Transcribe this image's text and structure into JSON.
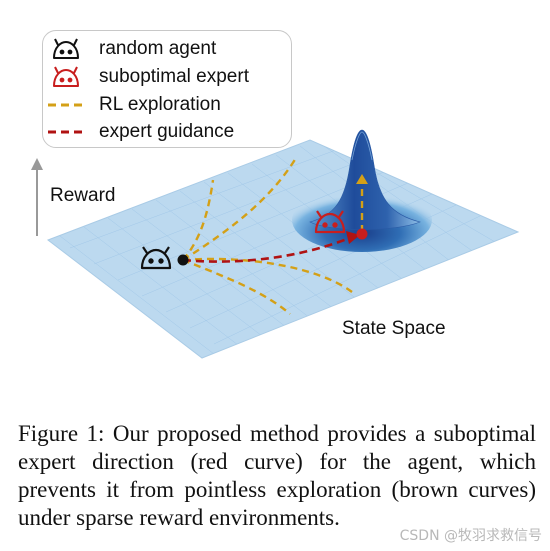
{
  "legend": {
    "items": [
      {
        "label": "random agent",
        "symbol": "robot-icon",
        "color": "#111111"
      },
      {
        "label": "suboptimal expert",
        "symbol": "robot-icon",
        "color": "#c81e1e"
      },
      {
        "label": "RL exploration",
        "symbol": "dashed-line",
        "color": "#d4a017"
      },
      {
        "label": "expert guidance",
        "symbol": "dashed-line",
        "color": "#b01212"
      }
    ]
  },
  "axes": {
    "reward_label": "Reward",
    "state_label": "State Space"
  },
  "colors": {
    "plane": "#bcd9ef",
    "plane_grid": "#8fbfe3",
    "peak_dark": "#1a3f8c",
    "exploration": "#d4a017",
    "guidance": "#b01212",
    "agent": "#111111",
    "expert": "#c81e1e"
  },
  "caption": {
    "text": "Figure 1: Our proposed method provides a suboptimal expert direction (red curve) for the agent, which prevents it from pointless exploration (brown curves) under sparse reward environments."
  },
  "watermark": {
    "text": "CSDN @牧羽求救信号"
  }
}
